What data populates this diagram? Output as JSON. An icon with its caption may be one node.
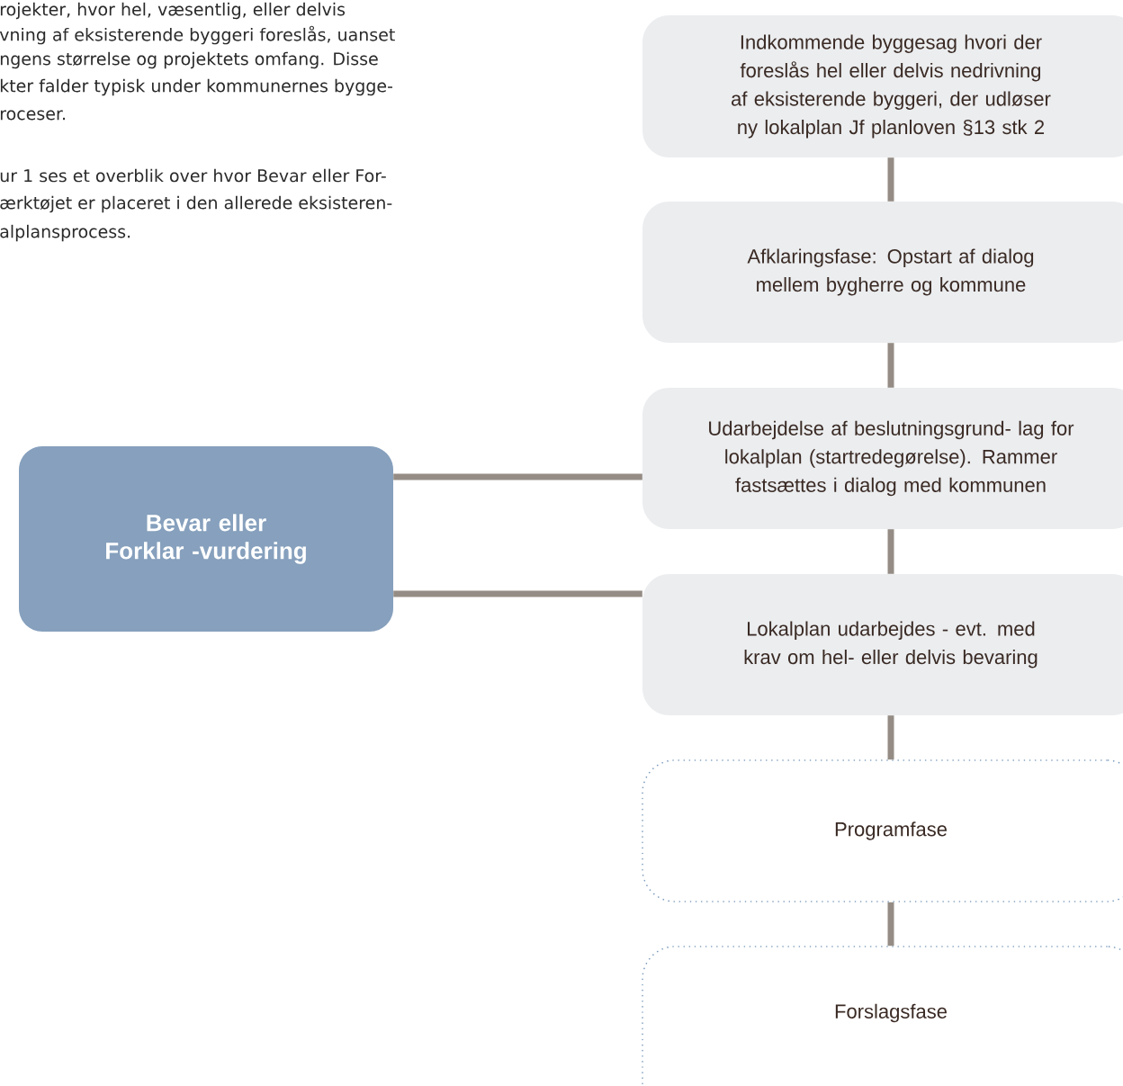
{
  "diagram": {
    "nodes": [
      {
        "text": [
          "Indkommende byggesag hvori der foreslås hel eller delvis nedrivning af eksisterende byggeri, der udløser ny lokalplan Jf planloven §13 stk 2"
        ]
      },
      {
        "text": [
          "Afklaringsfase: Opstart af dialog mellem bygherre og kommune"
        ]
      },
      {
        "text": [
          "Udarbejdelse af beslutningsgrund- lag for lokalplan (startredegørelse). Rammer fastsættes i dialog med kommunen"
        ]
      },
      {
        "text": [
          "Lokalplan udarbejdes - evt. med krav om hel- eller delvis bevaring"
        ]
      },
      {
        "text": [
          "Programfase"
        ]
      },
      {
        "text": [
          "Forslagsfase"
        ]
      },
      {
        "text": [
          "Bevar eller Forklar -vurdering"
        ]
      }
    ],
    "edges": [
      {
        "from": 0,
        "to": 1,
        "arrow": "none"
      },
      {
        "from": 1,
        "to": 2,
        "arrow": "none"
      },
      {
        "from": 2,
        "to": 3,
        "arrow": "none"
      },
      {
        "from": 3,
        "to": 4,
        "arrow": "none"
      },
      {
        "from": 4,
        "to": 5,
        "arrow": "none"
      },
      {
        "from": 6,
        "to": 2,
        "arrow": "none"
      },
      {
        "from": 6,
        "to": 3,
        "arrow": "none"
      }
    ],
    "labels": [
      "rojekter, hvor hel, væsentlig, eller delvis",
      "vning af eksisterende byggeri foreslås, uanset",
      "ngens størrelse og projektets omfang. Disse",
      "kter falder typisk under kommunernes bygge-",
      "roceser.",
      "ur 1 ses et overblik over hvor Bevar eller For-",
      "ærktøjet er placeret i den allerede eksisteren-",
      "alplansprocess."
    ]
  }
}
